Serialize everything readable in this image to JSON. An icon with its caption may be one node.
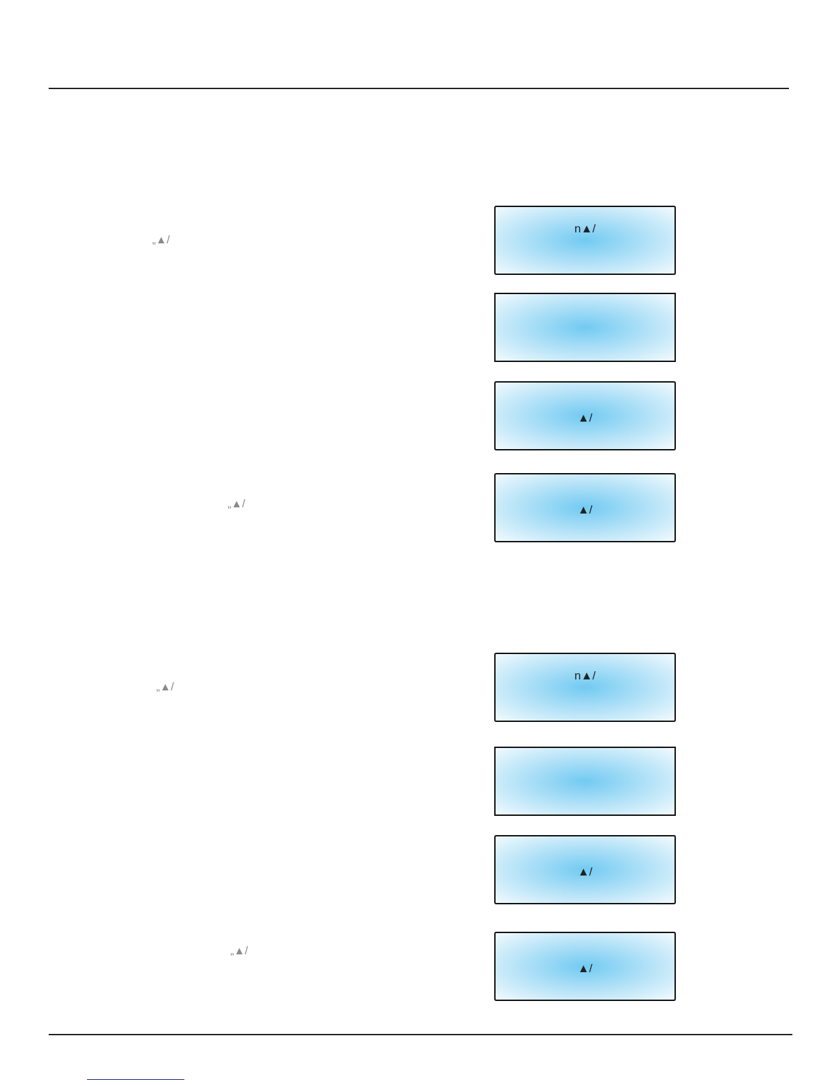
{
  "diagram": {
    "nodes": [
      {
        "text": [
          "n▲/"
        ]
      },
      {
        "text": [],
        "shape": "box"
      },
      {
        "text": [
          "▲/"
        ]
      },
      {
        "text": [
          "▲/"
        ]
      },
      {
        "text": [
          "n▲/"
        ]
      },
      {
        "text": [],
        "shape": "box"
      },
      {
        "text": [
          "▲/"
        ]
      },
      {
        "text": [
          "▲/"
        ]
      }
    ],
    "labels": [
      "„▲/",
      "„▲/",
      "„▲/",
      "„▲/"
    ]
  }
}
